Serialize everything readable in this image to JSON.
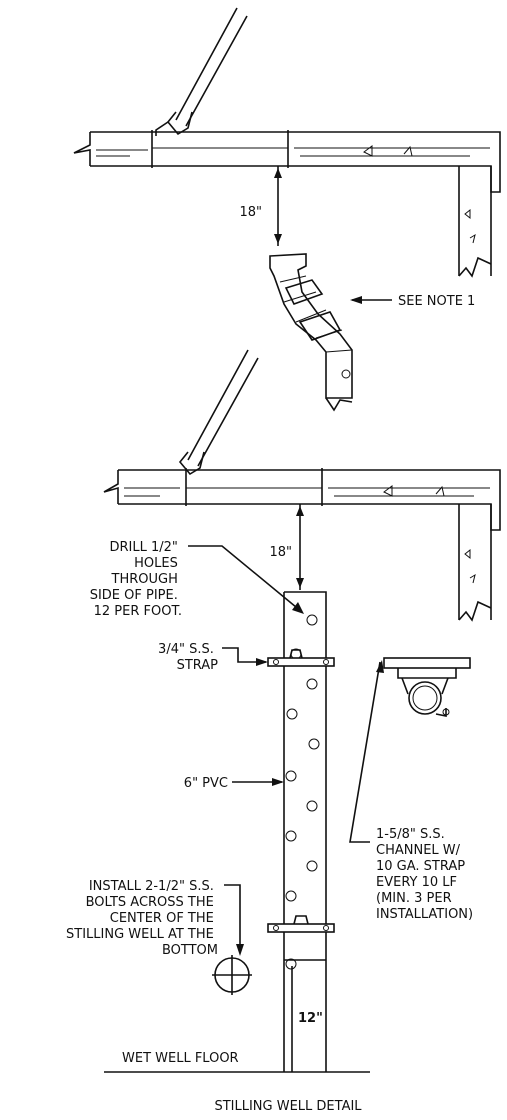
{
  "labels": {
    "dim_top": "18\"",
    "see_note": "SEE NOTE 1",
    "dim_mid": "18\"",
    "drill": [
      "DRILL 1/2\"",
      "HOLES",
      "THROUGH",
      "SIDE OF PIPE.",
      "12 PER FOOT."
    ],
    "strap": [
      "3/4\" S.S.",
      "STRAP"
    ],
    "pvc": "6\" PVC",
    "channel": [
      "1-5/8\" S.S.",
      "CHANNEL W/",
      "10 GA. STRAP",
      "EVERY 10 LF",
      "(MIN. 3 PER",
      "INSTALLATION)"
    ],
    "bolts": [
      "INSTALL 2-1/2\" S.S.",
      "BOLTS ACROSS THE",
      "CENTER OF THE",
      "STILLING WELL AT THE",
      "BOTTOM"
    ],
    "dim_bottom": "12\"",
    "floor": "WET WELL FLOOR",
    "title": "STILLING WELL DETAIL"
  }
}
